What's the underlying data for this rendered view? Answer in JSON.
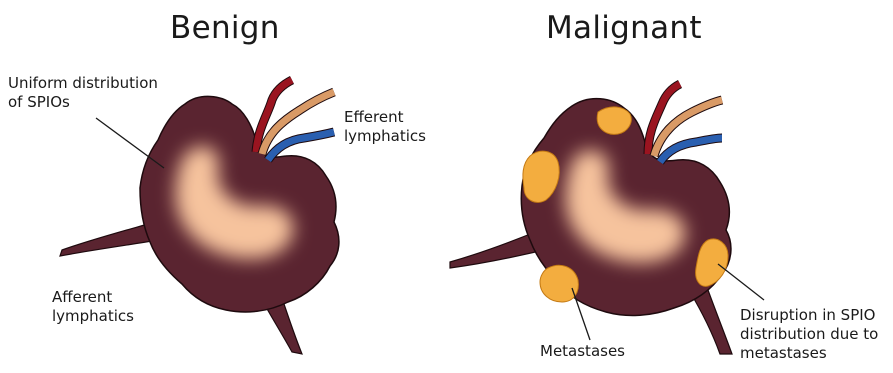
{
  "panels": {
    "benign": {
      "title": "Benign",
      "label_spio_line1": "Uniform distribution",
      "label_spio_line2": "of SPIOs",
      "label_efferent_line1": "Efferent",
      "label_efferent_line2": "lymphatics",
      "label_afferent_line1": "Afferent",
      "label_afferent_line2": "lymphatics"
    },
    "malignant": {
      "title": "Malignant",
      "label_metastases": "Metastases",
      "label_disruption_line1": "Disruption in SPIO",
      "label_disruption_line2": "distribution due to",
      "label_disruption_line3": "metastases"
    }
  },
  "colors": {
    "node": "#5a2430",
    "node_outline": "#1e0a0e",
    "spio_core": "#f6c39d",
    "metastasis": "#f3ad3f",
    "vessel_red": "#9a1420",
    "vessel_tan": "#d99a66",
    "vessel_blue": "#2a5fb0",
    "text": "#1a1a1a"
  }
}
